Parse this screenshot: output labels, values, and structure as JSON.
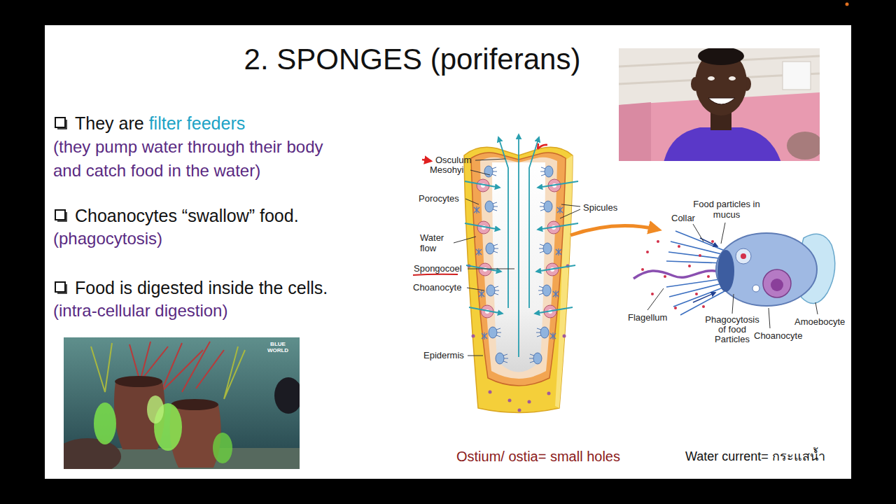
{
  "diagram": {
    "title": "2. SPONGES (poriferans)",
    "labels": [
      "They are",
      "filter feeders",
      "(they pump water through their body and catch food in the water)",
      "Choanocytes “swallow” food.",
      "(phagocytosis)",
      "Food is digested inside the cells.",
      "(intra-cellular digestion)",
      "Osculum",
      "Mesohyi",
      "Porocytes",
      "Spicules",
      "Collar",
      "Food particles in mucus",
      "Water flow",
      "Spongocoel",
      "Choanocyte",
      "Flagellum",
      "Phagocytosis of food Particles",
      "Choanocyte",
      "Amoebocyte",
      "Epidermis",
      "BLUE WORLD",
      "Ostium/ ostia= small holes",
      "Water current= กระแสน้ำ"
    ]
  }
}
